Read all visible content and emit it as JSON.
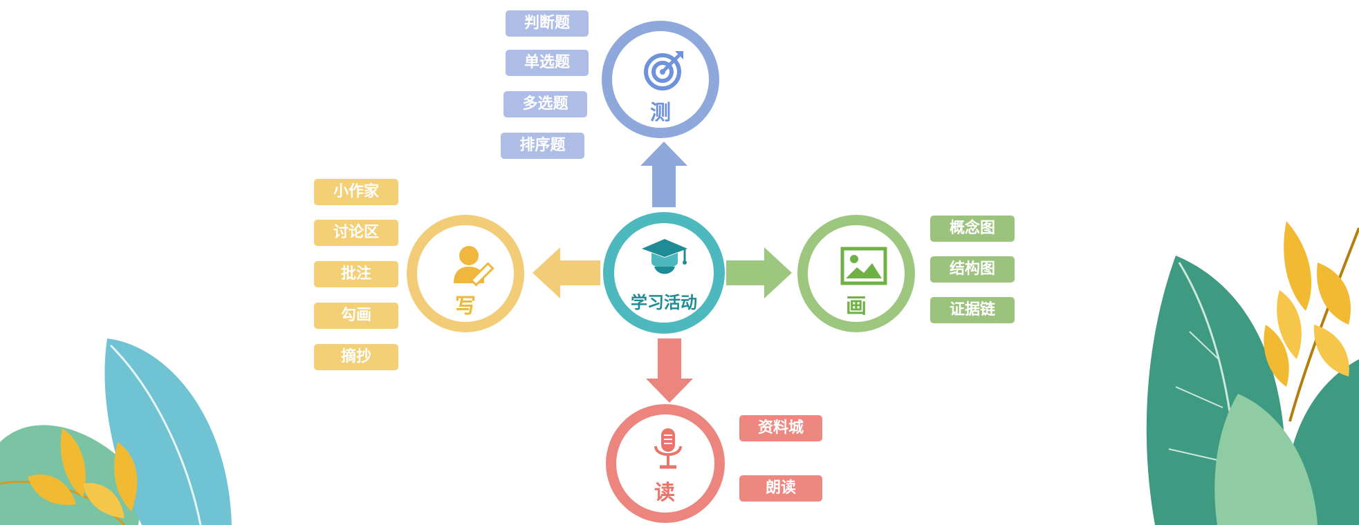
{
  "center": {
    "label": "学习活动",
    "icon": "graduate-cap-icon"
  },
  "branches": {
    "test": {
      "title": "测",
      "icon": "target-icon",
      "color": "#8ea8dc",
      "items": [
        "判断题",
        "单选题",
        "多选题",
        "排序题"
      ]
    },
    "write": {
      "title": "写",
      "icon": "writer-pencil-icon",
      "color": "#f3cc77",
      "items": [
        "小作家",
        "讨论区",
        "批注",
        "勾画",
        "摘抄"
      ]
    },
    "draw": {
      "title": "画",
      "icon": "picture-icon",
      "color": "#9dc77e",
      "items": [
        "概念图",
        "结构图",
        "证据链"
      ]
    },
    "read": {
      "title": "读",
      "icon": "microphone-icon",
      "color": "#ec857e",
      "items": [
        "资料城",
        "朗读"
      ]
    }
  },
  "colors": {
    "center": "#4db8bd",
    "test": "#8ea8dc",
    "write": "#f3cc77",
    "draw": "#9dc77e",
    "read": "#ec857e"
  }
}
